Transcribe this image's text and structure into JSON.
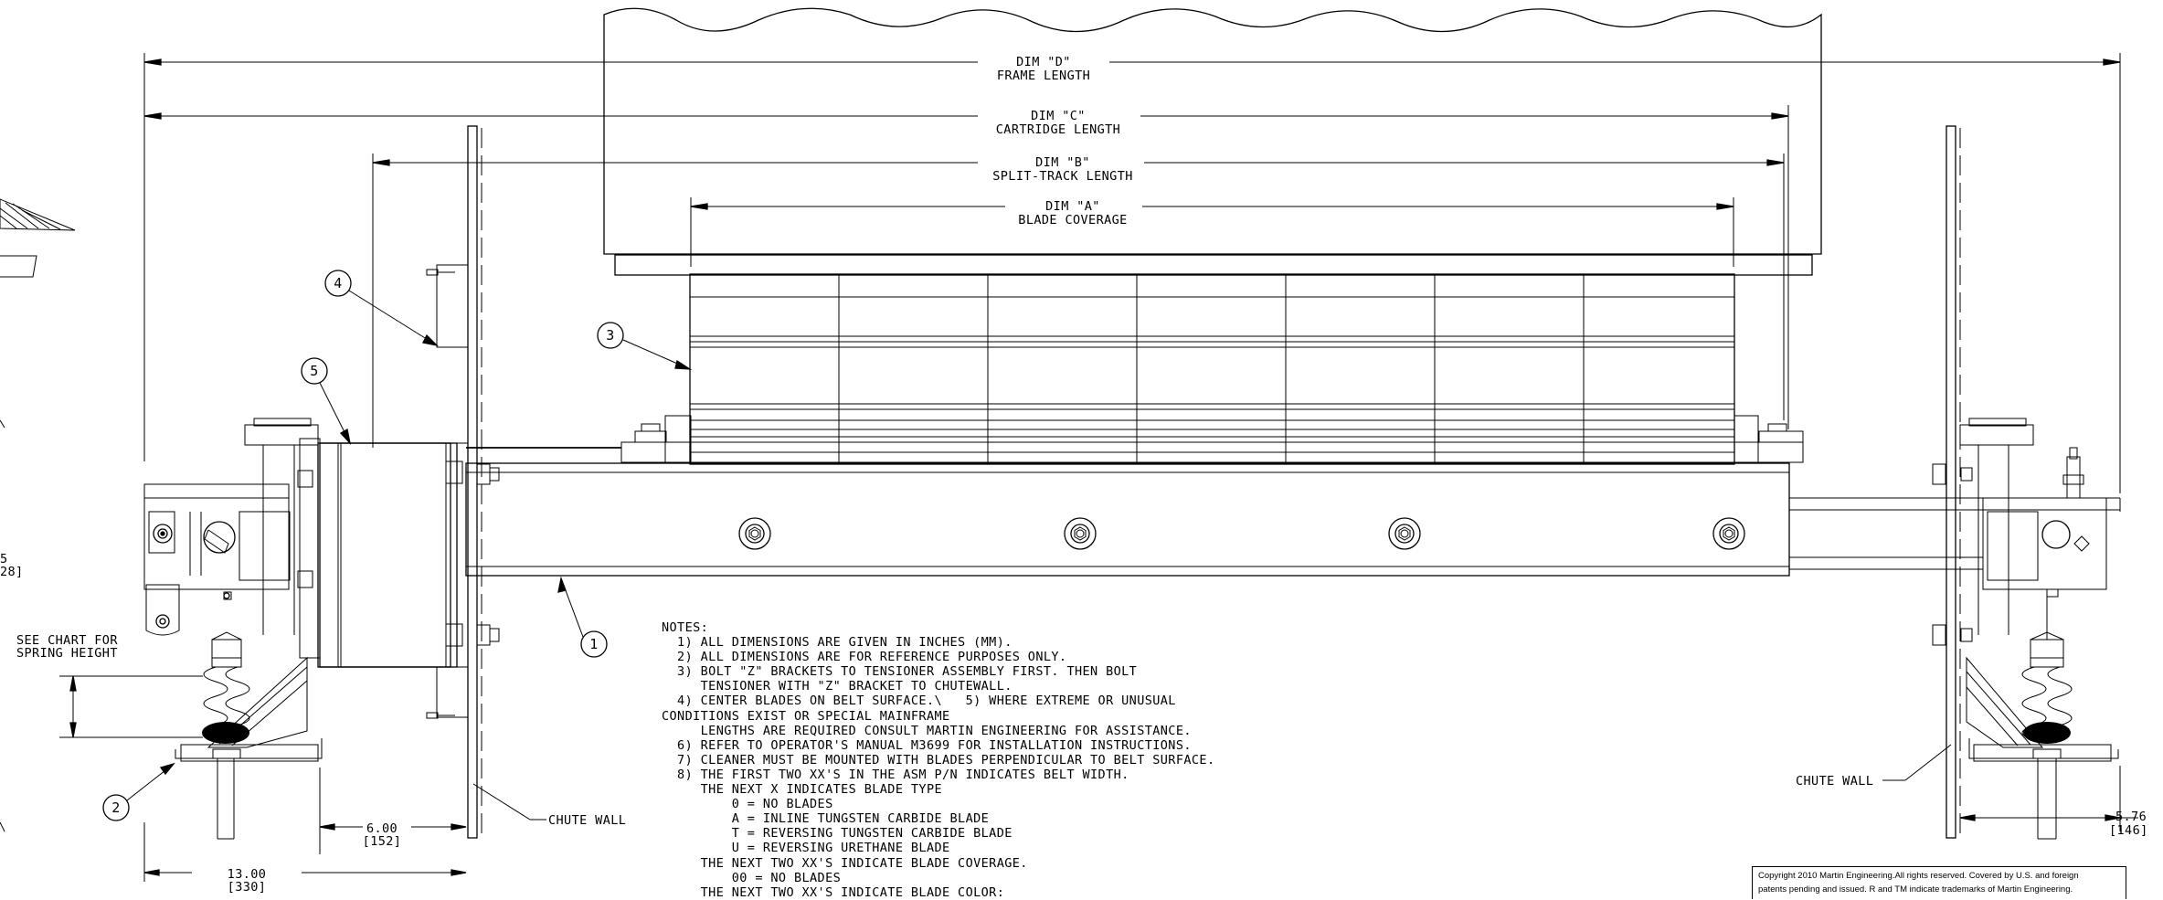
{
  "dimensions": {
    "dim_d": {
      "name": "DIM \"D\"",
      "desc": "FRAME LENGTH"
    },
    "dim_c": {
      "name": "DIM \"C\"",
      "desc": "CARTRIDGE LENGTH"
    },
    "dim_b": {
      "name": "DIM \"B\"",
      "desc": "SPLIT-TRACK LENGTH"
    },
    "dim_a": {
      "name": "DIM \"A\"",
      "desc": "BLADE COVERAGE"
    },
    "left_offset": {
      "value": "6.00",
      "metric": "[152]"
    },
    "left_width": {
      "value": "13.00",
      "metric": "[330]"
    },
    "right_width": {
      "value": "5.76",
      "metric": "[146]"
    },
    "edge_fragment": {
      "value": "5",
      "metric": "28]"
    }
  },
  "labels": {
    "see_chart": [
      "SEE CHART FOR",
      "SPRING HEIGHT"
    ],
    "chute_wall_left": "CHUTE WALL",
    "chute_wall_right": "CHUTE WALL"
  },
  "balloons": [
    "1",
    "2",
    "3",
    "4",
    "5"
  ],
  "notes": [
    "NOTES:",
    "  1) ALL DIMENSIONS ARE GIVEN IN INCHES (MM).",
    "  2) ALL DIMENSIONS ARE FOR REFERENCE PURPOSES ONLY.",
    "  3) BOLT \"Z\" BRACKETS TO TENSIONER ASSEMBLY FIRST. THEN BOLT",
    "     TENSIONER WITH \"Z\" BRACKET TO CHUTEWALL.",
    "  4) CENTER BLADES ON BELT SURFACE.\\   5) WHERE EXTREME OR UNUSUAL",
    "CONDITIONS EXIST OR SPECIAL MAINFRAME",
    "     LENGTHS ARE REQUIRED CONSULT MARTIN ENGINEERING FOR ASSISTANCE.",
    "  6) REFER TO OPERATOR'S MANUAL M3699 FOR INSTALLATION INSTRUCTIONS.",
    "  7) CLEANER MUST BE MOUNTED WITH BLADES PERPENDICULAR TO BELT SURFACE.",
    "  8) THE FIRST TWO XX'S IN THE ASM P/N INDICATES BELT WIDTH.",
    "     THE NEXT X INDICATES BLADE TYPE",
    "         0 = NO BLADES",
    "         A = INLINE TUNGSTEN CARBIDE BLADE",
    "         T = REVERSING TUNGSTEN CARBIDE BLADE",
    "         U = REVERSING URETHANE BLADE",
    "     THE NEXT TWO XX'S INDICATE BLADE COVERAGE.",
    "         00 = NO BLADES",
    "     THE NEXT TWO XX'S INDICATE BLADE COLOR:"
  ],
  "copyright": {
    "line1": "Copyright 2010 Martin Engineering.All rights reserved. Covered by U.S. and foreign",
    "line2": "patents pending and issued. R and TM indicate trademarks of Martin Engineering."
  }
}
